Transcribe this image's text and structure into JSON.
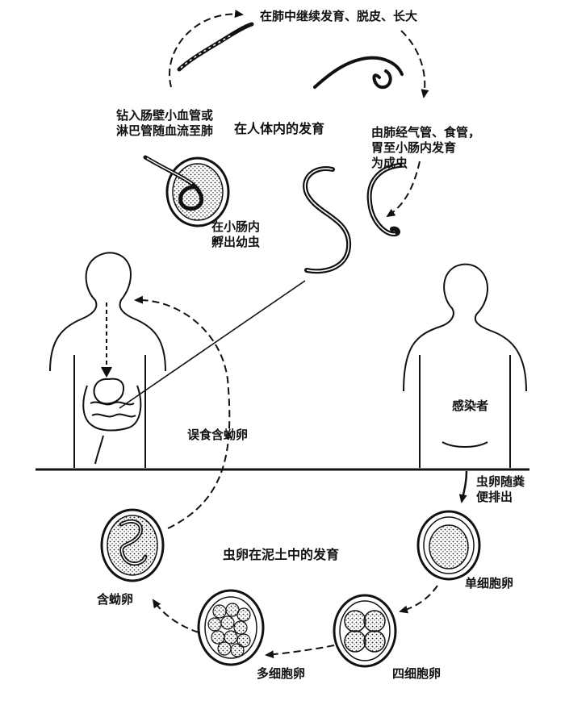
{
  "labels": {
    "lung_growth": "在肺中继续发育、脱皮、长大",
    "to_lung": "钻入肠壁小血管或\n淋巴管随血流至肺",
    "in_body_title": "在人体内的发育",
    "to_intestine": "由肺经气管、食管，\n胃至小肠内发育\n为成虫",
    "hatch": "在小肠内\n孵出幼虫",
    "swallow": "误食含蚴卵",
    "infected": "感染者",
    "excrete": "虫卵随粪\n便排出",
    "in_soil_title": "虫卵在泥土中的发育",
    "one_cell": "单细胞卵",
    "four_cell": "四细胞卵",
    "multi_cell": "多细胞卵",
    "larva_egg": "含蚴卵"
  },
  "colors": {
    "ink": "#111111",
    "paper": "#ffffff"
  }
}
